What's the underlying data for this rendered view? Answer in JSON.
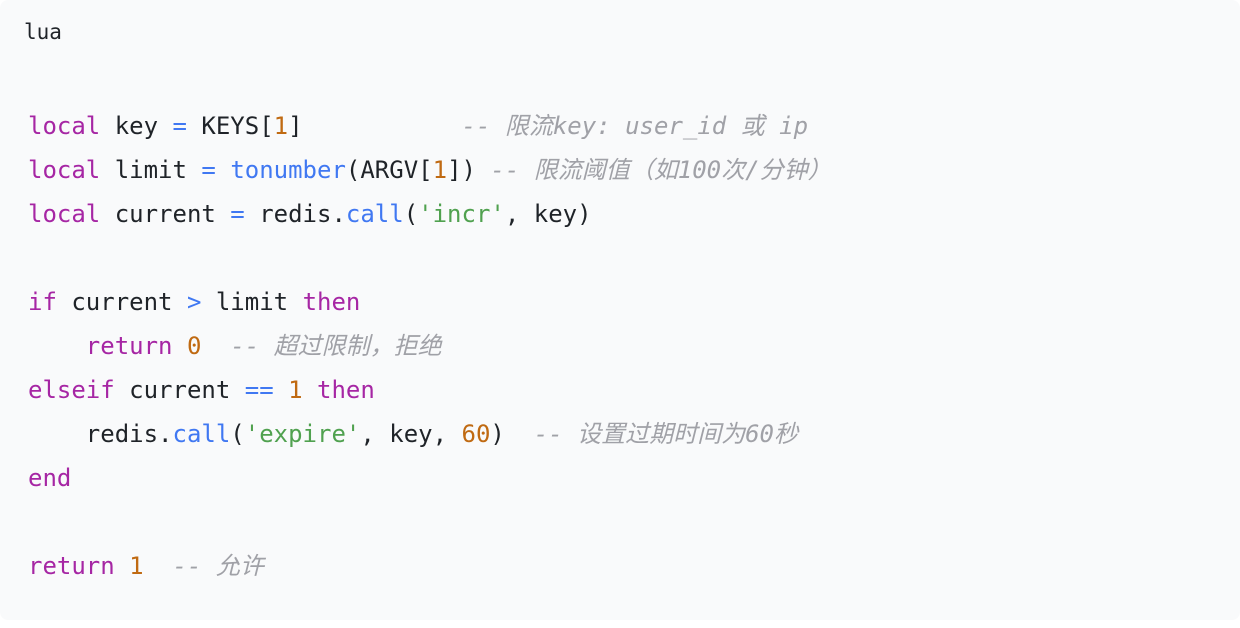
{
  "code_block": {
    "language": "lua",
    "lines": [
      [
        {
          "t": "local",
          "c": "kw"
        },
        {
          "t": " key ",
          "c": "plain"
        },
        {
          "t": "=",
          "c": "op"
        },
        {
          "t": " KEYS[",
          "c": "plain"
        },
        {
          "t": "1",
          "c": "num"
        },
        {
          "t": "]           ",
          "c": "plain"
        },
        {
          "t": "-- 限流key: user_id 或 ip",
          "c": "comment"
        }
      ],
      [
        {
          "t": "local",
          "c": "kw"
        },
        {
          "t": " limit ",
          "c": "plain"
        },
        {
          "t": "=",
          "c": "op"
        },
        {
          "t": " ",
          "c": "plain"
        },
        {
          "t": "tonumber",
          "c": "fn"
        },
        {
          "t": "(ARGV[",
          "c": "plain"
        },
        {
          "t": "1",
          "c": "num"
        },
        {
          "t": "]) ",
          "c": "plain"
        },
        {
          "t": "-- 限流阈值（如100次/分钟）",
          "c": "comment"
        }
      ],
      [
        {
          "t": "local",
          "c": "kw"
        },
        {
          "t": " current ",
          "c": "plain"
        },
        {
          "t": "=",
          "c": "op"
        },
        {
          "t": " redis.",
          "c": "plain"
        },
        {
          "t": "call",
          "c": "fn"
        },
        {
          "t": "(",
          "c": "plain"
        },
        {
          "t": "'incr'",
          "c": "str"
        },
        {
          "t": ", key)",
          "c": "plain"
        }
      ],
      [],
      [
        {
          "t": "if",
          "c": "kw"
        },
        {
          "t": " current ",
          "c": "plain"
        },
        {
          "t": ">",
          "c": "op"
        },
        {
          "t": " limit ",
          "c": "plain"
        },
        {
          "t": "then",
          "c": "kw"
        }
      ],
      [
        {
          "t": "    ",
          "c": "plain"
        },
        {
          "t": "return",
          "c": "kw"
        },
        {
          "t": " ",
          "c": "plain"
        },
        {
          "t": "0",
          "c": "num"
        },
        {
          "t": "  ",
          "c": "plain"
        },
        {
          "t": "-- 超过限制，拒绝",
          "c": "comment"
        }
      ],
      [
        {
          "t": "elseif",
          "c": "kw"
        },
        {
          "t": " current ",
          "c": "plain"
        },
        {
          "t": "==",
          "c": "op"
        },
        {
          "t": " ",
          "c": "plain"
        },
        {
          "t": "1",
          "c": "num"
        },
        {
          "t": " ",
          "c": "plain"
        },
        {
          "t": "then",
          "c": "kw"
        }
      ],
      [
        {
          "t": "    redis.",
          "c": "plain"
        },
        {
          "t": "call",
          "c": "fn"
        },
        {
          "t": "(",
          "c": "plain"
        },
        {
          "t": "'expire'",
          "c": "str"
        },
        {
          "t": ", key, ",
          "c": "plain"
        },
        {
          "t": "60",
          "c": "num"
        },
        {
          "t": ")  ",
          "c": "plain"
        },
        {
          "t": "-- 设置过期时间为60秒",
          "c": "comment"
        }
      ],
      [
        {
          "t": "end",
          "c": "kw"
        }
      ],
      [],
      [
        {
          "t": "return",
          "c": "kw"
        },
        {
          "t": " ",
          "c": "plain"
        },
        {
          "t": "1",
          "c": "num"
        },
        {
          "t": "  ",
          "c": "plain"
        },
        {
          "t": "-- 允许",
          "c": "comment"
        }
      ]
    ]
  },
  "colors": {
    "background": "#f9fafb",
    "keyword": "#a626a4",
    "operator": "#4078f2",
    "function": "#4078f2",
    "number": "#c06a12",
    "string": "#50a14f",
    "comment": "#a0a1a7",
    "plain": "#1f2328"
  }
}
